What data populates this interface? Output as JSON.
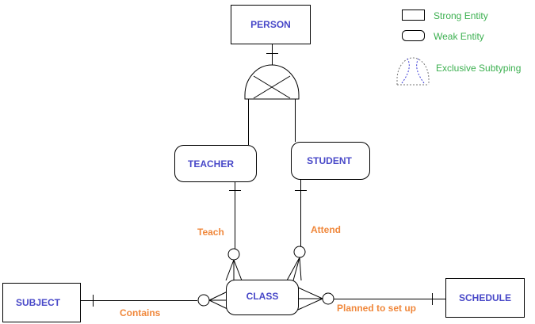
{
  "entities": {
    "person": "PERSON",
    "teacher": "TEACHER",
    "student": "STUDENT",
    "class": "CLASS",
    "subject": "SUBJECT",
    "schedule": "SCHEDULE"
  },
  "relationships": {
    "teach": "Teach",
    "attend": "Attend",
    "contains": "Contains",
    "planned": "Planned to set up"
  },
  "legend": {
    "strong": "Strong Entity",
    "weak": "Weak Entity",
    "subtyping": "Exclusive Subtyping"
  },
  "colors": {
    "entity_text": "#4848c8",
    "relationship_text": "#f0883c",
    "legend_text": "#3cb050"
  }
}
